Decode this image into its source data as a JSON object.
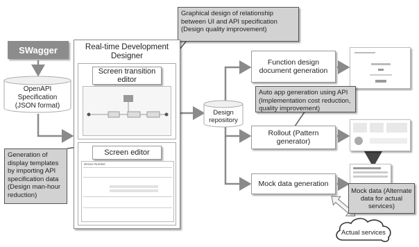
{
  "swagger": {
    "label": "SWagger"
  },
  "openapi": {
    "label": "OpenAPI Specification (JSON format)"
  },
  "note_templates": {
    "text": "Generation of display templates by importing API specification data (Design man-hour reduction)"
  },
  "note_graphical": {
    "text": "Graphical design of relationship between UI and API specification (Design quality improvement)"
  },
  "designer": {
    "title": "Real-time Development Designer",
    "screen_transition_editor": "Screen transition editor",
    "screen_editor": "Screen editor",
    "screen_editor_mini_header": "Device Number"
  },
  "design_repository": {
    "label": "Design repository"
  },
  "function_design": {
    "label": "Function design document generation"
  },
  "note_auto_app": {
    "text": "Auto app generation using API (Implementation cost reduction, quality improvement)"
  },
  "rollout": {
    "label": "Rollout (Pattern generator)"
  },
  "mock_data_generation": {
    "label": "Mock data generation"
  },
  "mock_data": {
    "label": "Mock data (Alternate data for actual services)"
  },
  "actual_services": {
    "label": "Actual services"
  },
  "colors": {
    "note_gray": "#d2d2d2",
    "swagger_bg": "#8c8c8c",
    "arrow": "#8a8a8a"
  }
}
